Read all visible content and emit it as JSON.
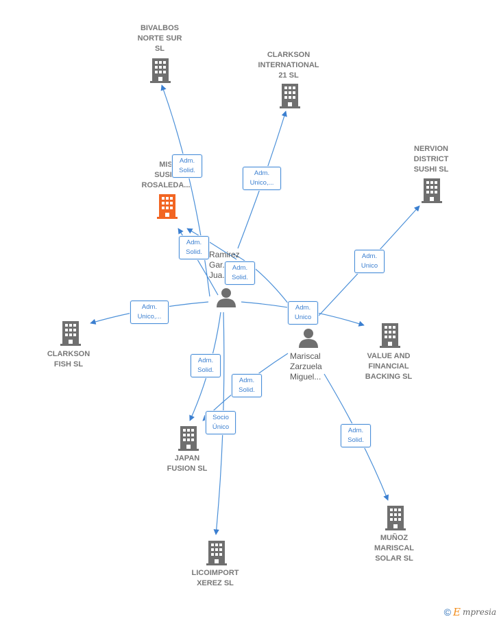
{
  "companies": {
    "bivalbos": "BIVALBOS\nNORTE SUR\nSL",
    "clarkson21": "CLARKSON\nINTERNATIONAL\n21  SL",
    "nervion": "NERVION\nDISTRICT\nSUSHI  SL",
    "missushi": "MIS\nSUSHI\nROSALEDA...",
    "clarksonfish": "CLARKSON\nFISH  SL",
    "value": "VALUE AND\nFINANCIAL\nBACKING  SL",
    "japan": "JAPAN\nFUSION  SL",
    "licoimport": "LICOIMPORT\nXEREZ  SL",
    "munoz": "MUÑOZ\nMARISCAL\nSOLAR  SL"
  },
  "persons": {
    "ramirez": "Ramirez\nGar...\nJua...",
    "mariscal": "Mariscal\nZarzuela\nMiguel..."
  },
  "edge_labels": {
    "e1": "Adm.\nSolid.",
    "e2": "Adm.\nUnico,...",
    "e3": "Adm.\nSolid.",
    "e4": "Adm.\nSolid.",
    "e5": "Adm.\nUnico",
    "e6": "Adm.\nUnico,...",
    "e7": "Adm.\nUnico",
    "e8": "Adm.\nSolid.",
    "e9": "Adm.\nSolid.",
    "e10": "Socio\nÚnico",
    "e11": "Adm.\nSolid."
  },
  "footer": {
    "copyright": "©",
    "brand_initial": "E",
    "brand_rest": "mpresia"
  },
  "colors": {
    "edge": "#4a8fd8",
    "building": "#6f6f6f",
    "highlight": "#f26522",
    "person": "#6f6f6f"
  }
}
